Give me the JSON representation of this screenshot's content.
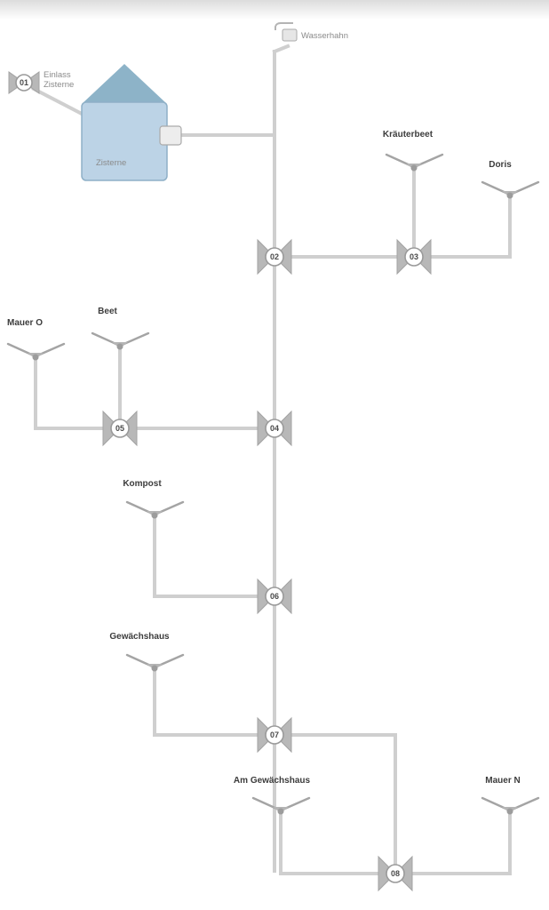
{
  "source": {
    "tank_label": "Zisterne",
    "inlet_label_line1": "Einlass",
    "inlet_label_line2": "Zisterne",
    "faucet_label": "Wasserhahn"
  },
  "valves": {
    "v01": "01",
    "v02": "02",
    "v03": "03",
    "v04": "04",
    "v05": "05",
    "v06": "06",
    "v07": "07",
    "v08": "08"
  },
  "sprinklers": {
    "kraeuterbeet": "Kräuterbeet",
    "doris": "Doris",
    "mauer_o": "Mauer O",
    "beet": "Beet",
    "kompost": "Kompost",
    "gewaechshaus": "Gewächshaus",
    "am_gewaechshaus": "Am Gewächshaus",
    "mauer_n": "Mauer N"
  },
  "colors": {
    "pipe": "#cfcfcf",
    "valve": "#b8b8b8",
    "tank_fill": "#bcd3e6",
    "tank_roof": "#8db3c8"
  }
}
